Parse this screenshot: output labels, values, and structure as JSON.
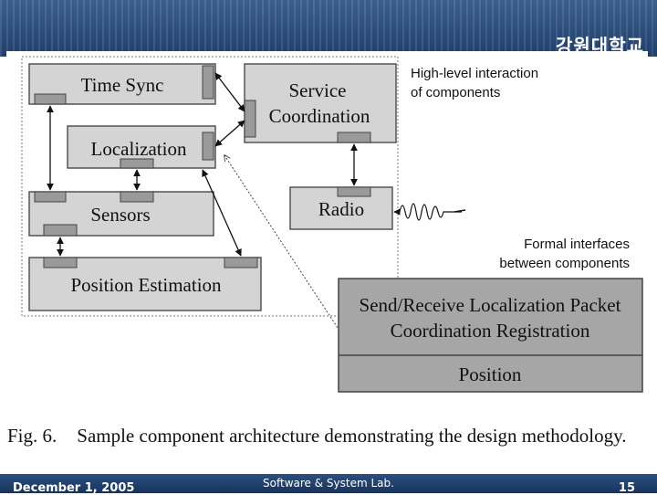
{
  "header": {
    "university": "강원대학교"
  },
  "diagram": {
    "boxes": {
      "time_sync": "Time Sync",
      "service_line1": "Service",
      "service_line2": "Coordination",
      "localization": "Localization",
      "sensors": "Sensors",
      "radio": "Radio",
      "position_estimation": "Position Estimation"
    },
    "interface_panel": {
      "line1": "Send/Receive Localization Packet",
      "line2": "Coordination Registration",
      "line3": "Position"
    },
    "annotations": {
      "high_level_line1": "High-level interaction",
      "high_level_line2": "of components",
      "formal_line1": "Formal interfaces",
      "formal_line2": "between components"
    }
  },
  "caption": {
    "fig_label": "Fig. 6.",
    "text": "Sample component architecture demonstrating the design methodology."
  },
  "footer": {
    "date": "December 1, 2005",
    "lab": "Software & System Lab.",
    "page": "15"
  }
}
